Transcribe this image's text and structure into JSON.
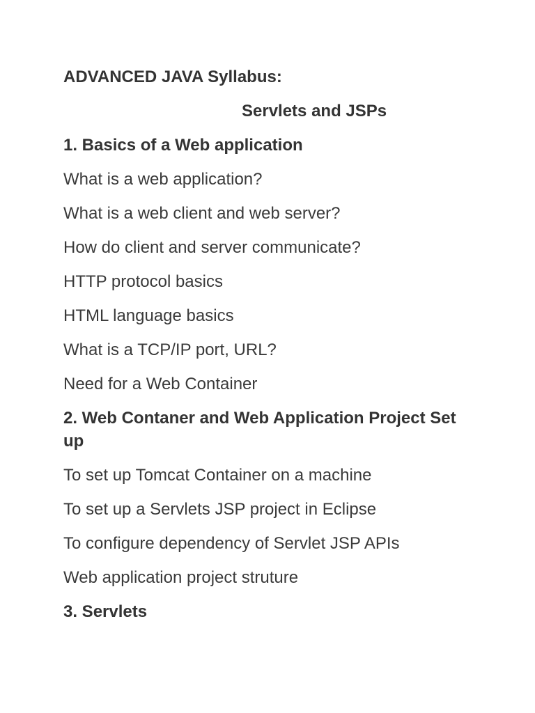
{
  "page": {
    "background_color": "#ffffff",
    "body_text_color": "#3a3a3a",
    "heading_text_color": "#333333"
  },
  "document": {
    "paragraphs": [
      {
        "id": "doc-title",
        "style": "title",
        "bold": true,
        "lines": [
          "ADVANCED JAVA Syllabus:"
        ]
      },
      {
        "id": "doc-subtitle",
        "style": "subtitle",
        "bold": true,
        "lines": [
          "Servlets and JSPs"
        ]
      },
      {
        "id": "section-1-heading",
        "style": "section-heading",
        "bold": true,
        "lines": [
          "1. Basics of a Web application"
        ]
      },
      {
        "id": "topic-1-1",
        "style": "topic",
        "bold": false,
        "lines": [
          "What is a web application?"
        ]
      },
      {
        "id": "topic-1-2",
        "style": "topic",
        "bold": false,
        "lines": [
          "What is a web client and web server?"
        ]
      },
      {
        "id": "topic-1-3",
        "style": "topic",
        "bold": false,
        "lines": [
          "How do client and server communicate?"
        ]
      },
      {
        "id": "topic-1-4",
        "style": "topic",
        "bold": false,
        "lines": [
          "HTTP protocol basics"
        ]
      },
      {
        "id": "topic-1-5",
        "style": "topic",
        "bold": false,
        "lines": [
          "HTML language basics"
        ]
      },
      {
        "id": "topic-1-6",
        "style": "topic",
        "bold": false,
        "lines": [
          "What is a TCP/IP port, URL?"
        ]
      },
      {
        "id": "topic-1-7",
        "style": "topic",
        "bold": false,
        "lines": [
          "Need for a Web Container"
        ]
      },
      {
        "id": "section-2-heading",
        "style": "section-heading",
        "bold": true,
        "lines": [
          "2. Web Contaner and Web Application Project Set",
          "up"
        ]
      },
      {
        "id": "topic-2-1",
        "style": "topic",
        "bold": false,
        "lines": [
          "To set up Tomcat Container on a machine"
        ]
      },
      {
        "id": "topic-2-2",
        "style": "topic",
        "bold": false,
        "lines": [
          "To set up a Servlets JSP project in Eclipse"
        ]
      },
      {
        "id": "topic-2-3",
        "style": "topic",
        "bold": false,
        "lines": [
          "To configure dependency of Servlet JSP APIs"
        ]
      },
      {
        "id": "topic-2-4",
        "style": "topic",
        "bold": false,
        "lines": [
          "Web application project struture"
        ]
      },
      {
        "id": "section-3-heading",
        "style": "section-heading",
        "bold": true,
        "lines": [
          "3. Servlets"
        ]
      }
    ]
  }
}
